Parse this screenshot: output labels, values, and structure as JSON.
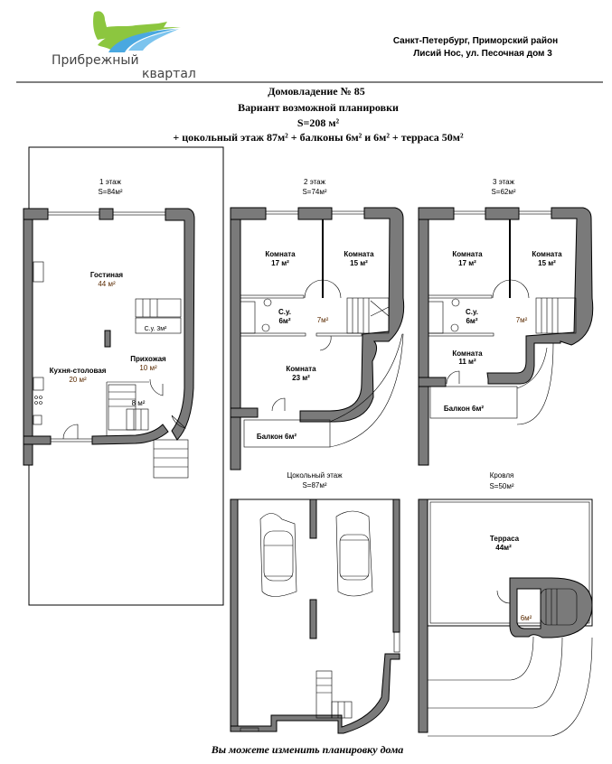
{
  "header": {
    "logo": {
      "line1": "Прибрежный",
      "line2": "квартал",
      "colors": {
        "green": "#8cc63f",
        "blue": "#4aa8e0"
      }
    },
    "address": {
      "line1": "Санкт-Петербург, Приморский район",
      "line2": "Лисий Нос, ул. Песочная дом 3"
    }
  },
  "title": {
    "line1": "Домовладение № 85",
    "line2": "Вариант возможной планировки",
    "line3": "S=208 м²",
    "line4": "+ цокольный этаж 87м² + балконы 6м² и 6м² + терраса 50м²"
  },
  "floors": {
    "f1": {
      "name": "1 этаж",
      "area": "S=84м²",
      "rooms": {
        "living": "Гостиная",
        "living_area": "44 м²",
        "kitchen": "Кухня-столовая",
        "kitchen_area": "20 м²",
        "hall": "Прихожая",
        "hall_area": "10 м²",
        "wc": "С.у. 3м²",
        "stair_area": "8 м²"
      }
    },
    "f2": {
      "name": "2 этаж",
      "area": "S=74м²",
      "rooms": {
        "r1": "Комната",
        "r1_area": "17 м²",
        "r2": "Комната",
        "r2_area": "15 м²",
        "wc": "С.у.",
        "wc_area": "6м²",
        "hall_area": "7м²",
        "r3": "Комната",
        "r3_area": "23 м²",
        "balcony": "Балкон 6м²"
      }
    },
    "f3": {
      "name": "3 этаж",
      "area": "S=62м²",
      "rooms": {
        "r1": "Комната",
        "r1_area": "17 м²",
        "r2": "Комната",
        "r2_area": "15 м²",
        "wc": "С.у.",
        "wc_area": "6м²",
        "hall_area": "7м²",
        "r3": "Комната",
        "r3_area": "11 м²",
        "balcony": "Балкон 6м²"
      }
    },
    "basement": {
      "name": "Цокольный этаж",
      "area": "S=87м²"
    },
    "roof": {
      "name": "Кровля",
      "area": "S=50м²",
      "rooms": {
        "terrace": "Терраса",
        "terrace_area": "44м²",
        "stair_area": "6м²"
      }
    }
  },
  "footer": {
    "note": "Вы можете изменить планировку дома"
  }
}
